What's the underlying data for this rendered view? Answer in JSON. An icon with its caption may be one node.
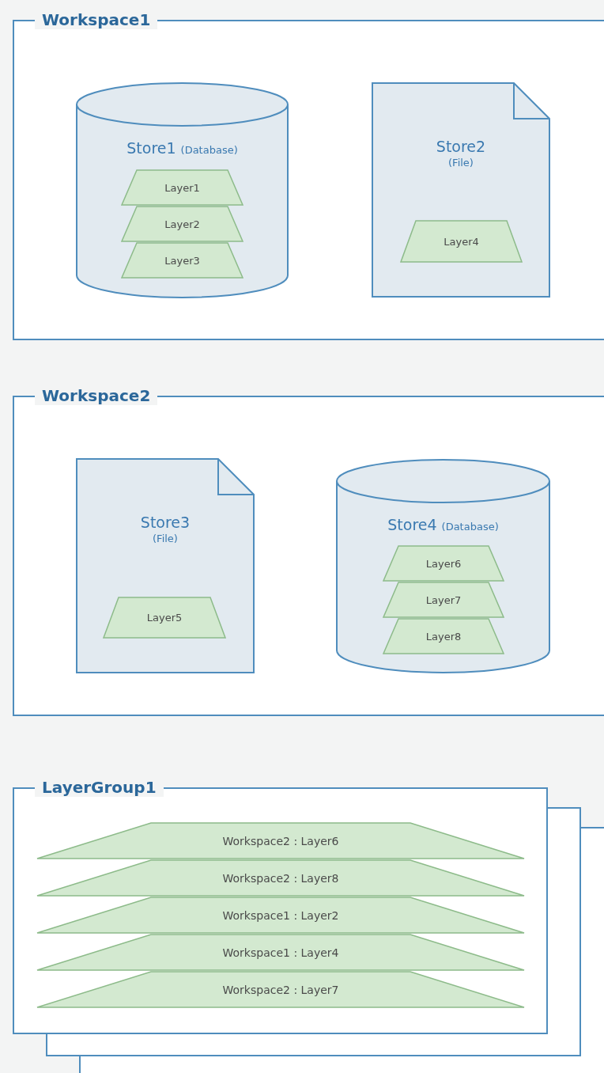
{
  "diagram": {
    "nodes": [
      {
        "text": [
          "Workspace1"
        ]
      },
      {
        "text": [
          "Store1",
          "(Database)"
        ],
        "in": 0
      },
      {
        "text": [
          "Layer1"
        ],
        "in": 1
      },
      {
        "text": [
          "Layer2"
        ],
        "in": 1
      },
      {
        "text": [
          "Layer3"
        ],
        "in": 1
      },
      {
        "text": [
          "Store2",
          "(File)"
        ],
        "in": 0
      },
      {
        "text": [
          "Layer4"
        ],
        "in": 5
      },
      {
        "text": [
          "Workspace2"
        ]
      },
      {
        "text": [
          "Store3",
          "(File)"
        ],
        "in": 7
      },
      {
        "text": [
          "Layer5"
        ],
        "in": 8
      },
      {
        "text": [
          "Store4",
          "(Database)"
        ],
        "in": 7
      },
      {
        "text": [
          "Layer6"
        ],
        "in": 10
      },
      {
        "text": [
          "Layer7"
        ],
        "in": 10
      },
      {
        "text": [
          "Layer8"
        ],
        "in": 10
      },
      {
        "text": [
          "LayerGroup1"
        ]
      },
      {
        "text": [
          "Workspace2 : Layer6"
        ],
        "in": 14
      },
      {
        "text": [
          "Workspace2 : Layer8"
        ],
        "in": 14
      },
      {
        "text": [
          "Workspace1 : Layer2"
        ],
        "in": 14
      },
      {
        "text": [
          "Workspace1 : Layer4"
        ],
        "in": 14
      },
      {
        "text": [
          "Workspace2 : Layer7"
        ],
        "in": 14
      }
    ]
  }
}
